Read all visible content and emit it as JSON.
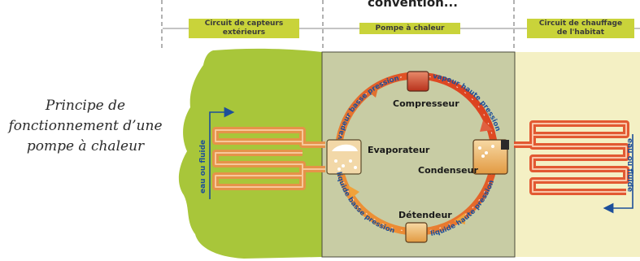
{
  "top_title_partial": "convention...",
  "caption": {
    "line1": "Principe de",
    "line2": "fonctionnement d’une",
    "line3": "pompe à chaleur"
  },
  "headers": {
    "left_line1": "Circuit de capteurs",
    "left_line2": "extérieurs",
    "center": "Pompe à chaleur",
    "right_line1": "Circuit de chauffage",
    "right_line2": "de l'habitat"
  },
  "components": {
    "compresseur": "Compresseur",
    "evaporateur": "Evaporateur",
    "condenseur": "Condenseur",
    "detendeur": "Détendeur"
  },
  "flow_labels": {
    "vapeur_basse": "vapeur basse pression",
    "vapeur_haute": "vapeur haute pression",
    "liquide_basse": "liquide basse pression",
    "liquide_haute": "liquide haute pression",
    "fluid_left": "eau ou fluide",
    "fluid_right": "eau ou fluide"
  },
  "colors": {
    "outdoor_green": "#a8c63a",
    "pump_box": "#c8cca4",
    "indoor_cream": "#f4f0c4",
    "header_lime": "#c9d33a",
    "arrow_red": "#d9321c",
    "arrow_orange": "#f0a23a",
    "label_blue": "#1d4f9a"
  }
}
